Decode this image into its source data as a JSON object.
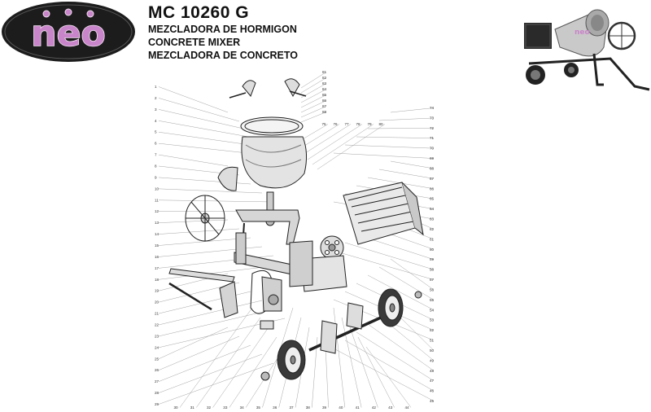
{
  "brand": {
    "logo_text": "neo",
    "accent": "#c985c9",
    "dark": "#1c1c1c"
  },
  "header": {
    "model": "MC 10260 G",
    "subtitles": [
      "MEZCLADORA DE HORMIGON",
      "CONCRETE MIXER",
      "MEZCLADORA DE CONCRETO"
    ]
  },
  "photo": {
    "icon": "concrete-mixer-photo"
  },
  "parts": {
    "left": [
      "1",
      "2",
      "3",
      "4",
      "5",
      "6",
      "7",
      "8",
      "9",
      "10",
      "11",
      "12",
      "13",
      "14",
      "15",
      "16",
      "17",
      "18",
      "19",
      "20",
      "21",
      "22",
      "23",
      "24",
      "25",
      "26",
      "27",
      "28",
      "29"
    ],
    "bottom": [
      "30",
      "31",
      "32",
      "33",
      "34",
      "35",
      "36",
      "37",
      "38",
      "39",
      "40",
      "41",
      "42",
      "43",
      "44"
    ],
    "right": [
      "45",
      "46",
      "47",
      "48",
      "49",
      "50",
      "51",
      "52",
      "53",
      "54",
      "55",
      "56",
      "57",
      "58",
      "59",
      "60",
      "61",
      "62",
      "63",
      "64",
      "65",
      "66",
      "67",
      "68",
      "69",
      "70",
      "71",
      "72",
      "73",
      "74"
    ],
    "top": [
      "75",
      "76",
      "77",
      "78",
      "79",
      "80",
      "81",
      "82",
      "83",
      "84",
      "85",
      "86",
      "87",
      "88"
    ]
  }
}
